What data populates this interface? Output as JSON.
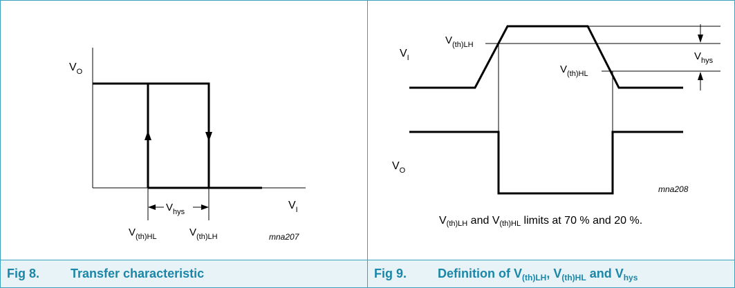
{
  "fig8": {
    "axes": {
      "y_label": "V",
      "y_sub": "O",
      "x_label": "V",
      "x_sub": "I"
    },
    "hys_label": {
      "main": "V",
      "sub": "hys"
    },
    "threshold_hl": {
      "main": "V",
      "sub": "(th)HL"
    },
    "threshold_lh": {
      "main": "V",
      "sub": "(th)LH"
    },
    "id": "mna207",
    "caption": {
      "number": "Fig 8.",
      "title": "Transfer characteristic"
    }
  },
  "fig9": {
    "vi_label": {
      "main": "V",
      "sub": "I"
    },
    "vo_label": {
      "main": "V",
      "sub": "O"
    },
    "vth_lh": {
      "main": "V",
      "sub": "(th)LH"
    },
    "vth_hl": {
      "main": "V",
      "sub": "(th)HL"
    },
    "vhys": {
      "main": "V",
      "sub": "hys"
    },
    "id": "mna208",
    "note": {
      "v1": "V",
      "s1": "(th)LH",
      "and": " and ",
      "v2": "V",
      "s2": "(th)HL",
      "rest": " limits at 70 % and 20 %."
    },
    "caption": {
      "number": "Fig 9.",
      "prefix": "Definition of ",
      "v1": "V",
      "s1": "(th)LH",
      "sep1": ", ",
      "v2": "V",
      "s2": "(th)HL",
      "sep2": " and ",
      "v3": "V",
      "s3": "hys"
    }
  }
}
